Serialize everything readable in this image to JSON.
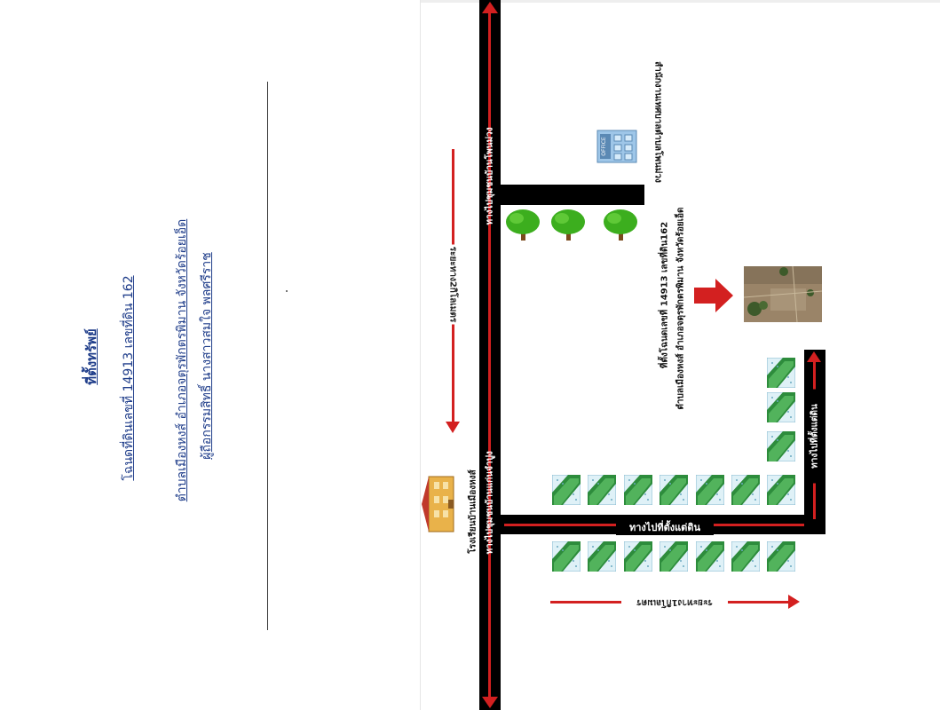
{
  "left_panel": {
    "heading": "ที่ตั้งทรัพย์",
    "line1": "โฉนดที่ดินเลขที่ 14913 เลขที่ดิน 162",
    "line2": "ตำบลเมืองหงส์ อำเภอจตุรพักตรพิมาน จังหวัดร้อยเอ็ด",
    "line3": "ผู้ถือกรรมสิทธิ์ นางสาวสมใจ พลศรีราช"
  },
  "map": {
    "road_main_top_label": "ทางไปชุมชนบ้านโพนม่วง",
    "road_main_bottom_label": "ทางไปชุมชนบ้านแก่นจำปูง",
    "road_branch_label": "ทางไปที่ตั้งแต่ดิน",
    "road_side_label": "ทางไปที่ตั้งแต่ดิน",
    "distance_vertical": "ระยะทาง2กิโลเมตร",
    "distance_horizontal": "ระยะทาง1กิโลเมตร",
    "office_label": "สำนักงานเทศบาลตำบลโพนม่วง",
    "office_icon_text": "OFFICE",
    "school_label": "โรงเรียนบ้านเมืองหงส์",
    "land_label_line1": "ที่ตั้งโฉนดเลขที่ 14913 เลขที่ดิน162",
    "land_label_line2": "ตำบลเมืองหงส์ อำเภอจตุรพักตรพิมาน จังหวัดร้อยเอ็ด"
  },
  "colors": {
    "heading_text": "#1f3d8a",
    "road": "#000000",
    "arrow": "#d32020",
    "tree_foliage": "#3cae1e",
    "field": "#2d8c3c"
  }
}
